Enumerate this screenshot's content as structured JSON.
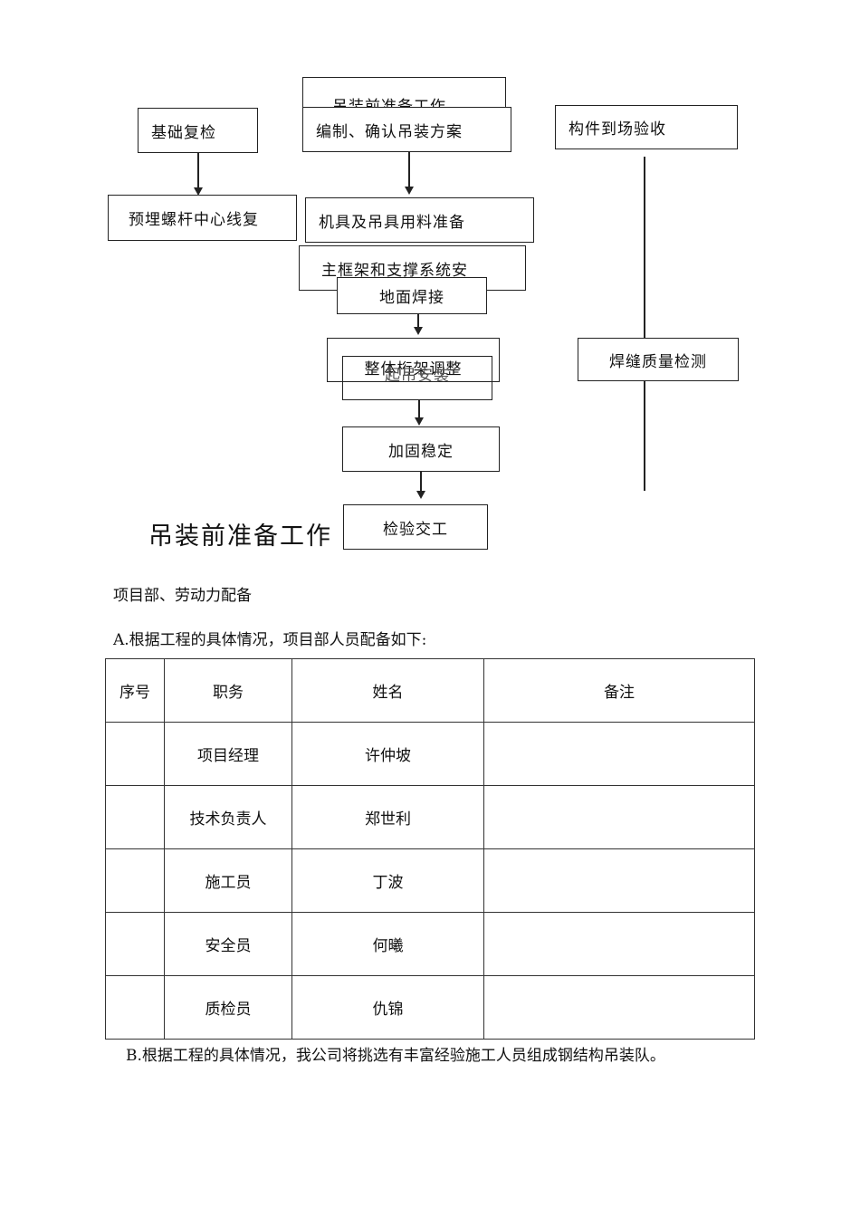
{
  "flowchart": {
    "top_header": "吊装前准备工作",
    "compile_plan": "编制、确认吊装方案",
    "foundation_check": "基础复检",
    "bolt_recheck": "预埋螺杆中心线复",
    "equipment_prep": "机具及吊具用料准备",
    "frame_install": "主框架和支撑系统安",
    "ground_weld": "地面焊接",
    "truss_adjust": "整体桁架调整",
    "lift_install": "起吊安装",
    "reinforce": "加固稳定",
    "inspect_handover": "检验交工",
    "component_acceptance": "构件到场验收",
    "weld_quality": "焊缝质量检测",
    "section_title": "吊装前准备工作"
  },
  "document": {
    "heading": "项目部、劳动力配备",
    "para_a": "A.根据工程的具体情况，项目部人员配备如下:",
    "para_b": "B.根据工程的具体情况，我公司将挑选有丰富经验施工人员组成钢结构吊装队。"
  },
  "table": {
    "headers": [
      "序号",
      "职务",
      "姓名",
      "备注"
    ],
    "rows": [
      {
        "no": "",
        "role": "项目经理",
        "name": "许仲坡",
        "note": ""
      },
      {
        "no": "",
        "role": "技术负责人",
        "name": "郑世利",
        "note": ""
      },
      {
        "no": "",
        "role": "施工员",
        "name": "丁波",
        "note": ""
      },
      {
        "no": "",
        "role": "安全员",
        "name": "何曦",
        "note": ""
      },
      {
        "no": "",
        "role": "质检员",
        "name": "仇锦",
        "note": ""
      }
    ]
  }
}
